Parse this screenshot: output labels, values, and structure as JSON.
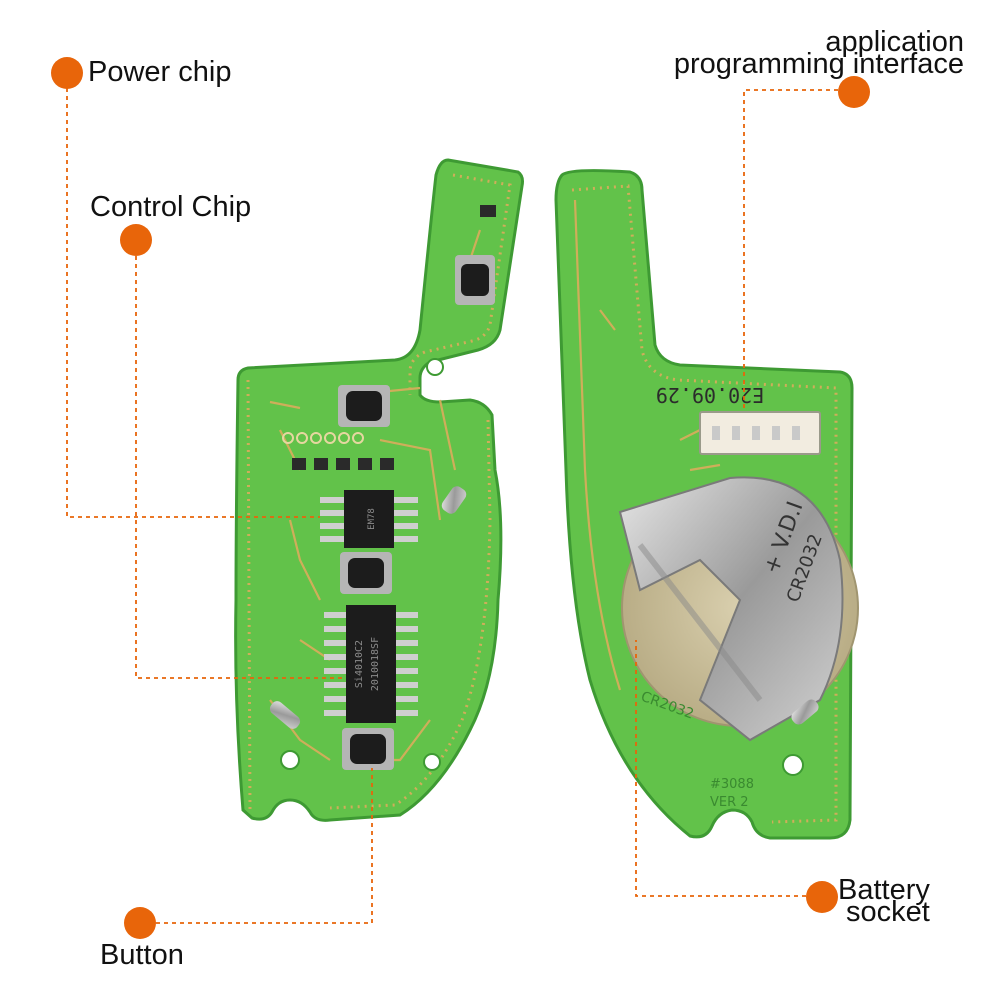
{
  "labels": {
    "power_chip": "Power chip",
    "control_chip": "Control Chip",
    "button": "Button",
    "api_line1": "application",
    "api_line2": "programming interface",
    "battery_line1": "Battery",
    "battery_line2": "socket"
  },
  "board_markings": {
    "date_code": "E20.09.29",
    "chip_power": "EM78",
    "chip_control_line1": "Si4010C2",
    "chip_control_line2": "2010018SF",
    "cell_line1": "+ V.D.I",
    "cell_line2": "CR2032",
    "cr_label": "CR2032",
    "pcb_no_line1": "#3088",
    "pcb_no_line2": "VER 2"
  },
  "colors": {
    "callout": "#e8650a",
    "pcb": "#62c24a",
    "pcb_dark": "#3e9a33",
    "trace": "#cfae5a",
    "metal": "#b8b8b8",
    "chip": "#1c1c1c"
  }
}
